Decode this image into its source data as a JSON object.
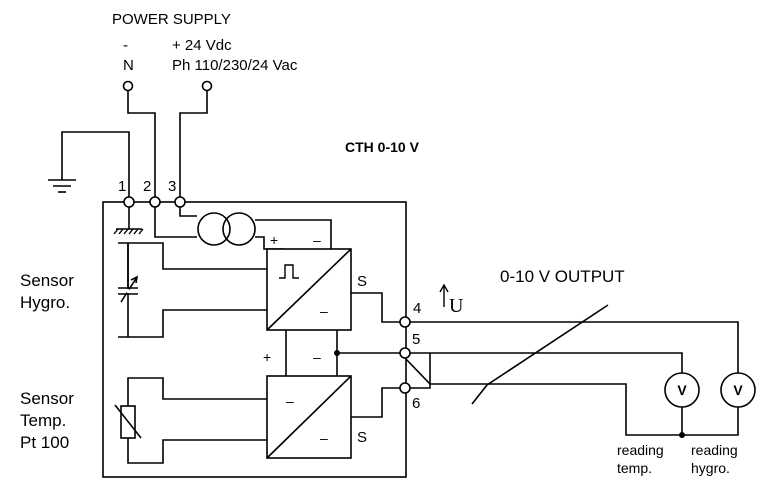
{
  "power_supply": {
    "title": "POWER SUPPLY",
    "neg_symbol": "-",
    "neg_terminal": "N",
    "pos_label": "+ 24 Vdc",
    "phase_label": "Ph 110/230/24 Vac"
  },
  "device": {
    "name": "CTH 0-10 V"
  },
  "terminals": [
    "1",
    "2",
    "3",
    "4",
    "5",
    "6"
  ],
  "sensors": {
    "hygro": [
      "Sensor",
      "Hygro."
    ],
    "temp": [
      "Sensor",
      "Temp.",
      "Pt 100"
    ]
  },
  "output": {
    "title": "0-10 V OUTPUT",
    "u_label": "U"
  },
  "blocks": {
    "upper_plus": "+",
    "upper_minus": "–",
    "upper_s": "S",
    "upper_dash": "–",
    "mid_plus": "+",
    "mid_minus": "–",
    "lower_dash1": "–",
    "lower_dash2": "–",
    "lower_s": "S"
  },
  "meters": {
    "symbol": "V"
  },
  "readings": {
    "temp": [
      "reading",
      "temp."
    ],
    "hygro": [
      "reading",
      "hygro."
    ]
  }
}
